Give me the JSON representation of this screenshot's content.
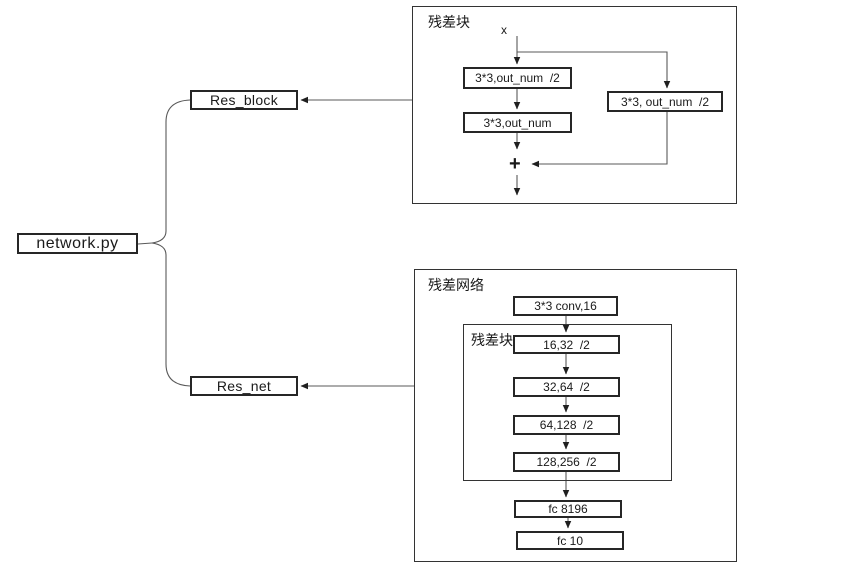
{
  "colors": {
    "background": "#ffffff",
    "box_border": "#262626",
    "panel_border": "#333333",
    "connector_line": "#595959",
    "arrowhead": "#1f1f1f",
    "text": "#1a1a1a"
  },
  "diagram": {
    "root_box": {
      "label": "network.py"
    },
    "res_block_box": {
      "label": "Res_block"
    },
    "res_net_box": {
      "label": "Res_net"
    },
    "block_panel": {
      "title": "残差块",
      "input_label": "x",
      "conv1_label": "3*3,out_num  /2",
      "conv2_label": "3*3,out_num",
      "shortcut_label": "3*3, out_num  /2",
      "add_label": "+"
    },
    "net_panel": {
      "title": "残差网络",
      "stem_label": "3*3 conv,16",
      "group_title": "残差块",
      "block_labels": [
        "16,32  /2",
        "32,64  /2",
        "64,128  /2",
        "128,256  /2"
      ],
      "fc1_label": "fc 8196",
      "fc2_label": "fc 10"
    }
  }
}
